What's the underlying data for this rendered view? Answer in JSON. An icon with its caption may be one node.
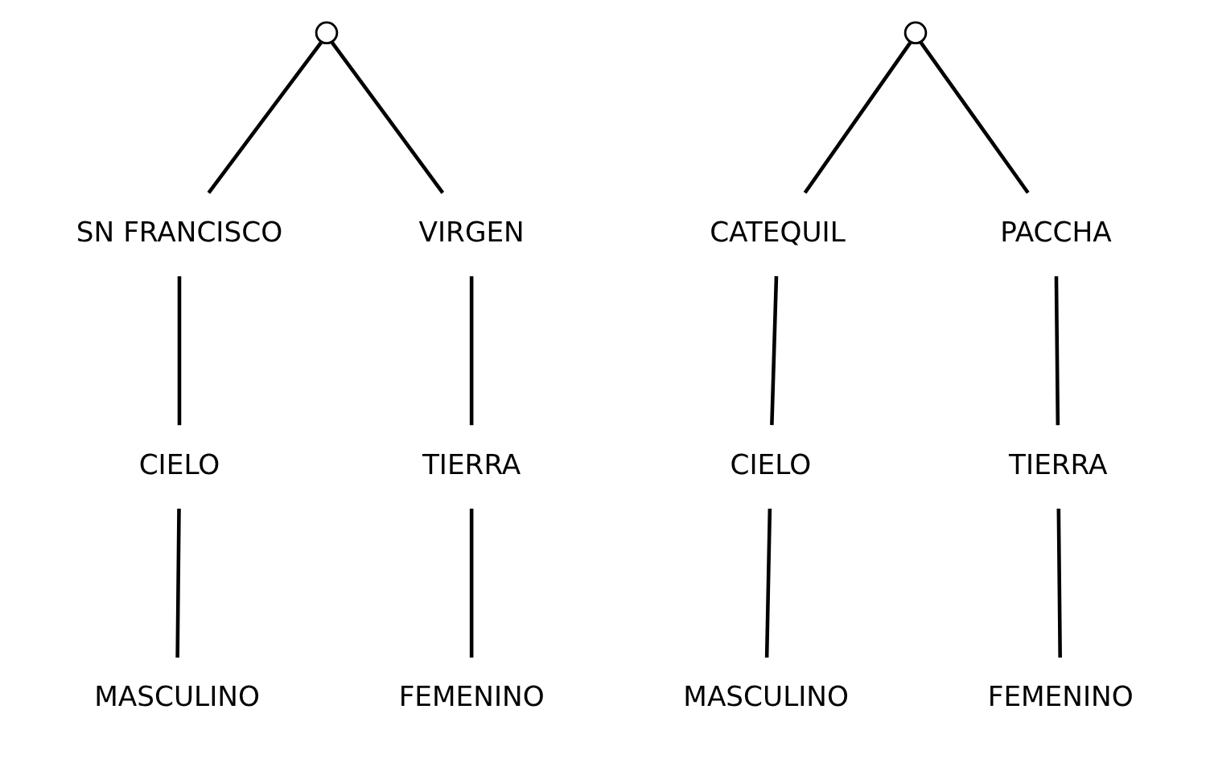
{
  "diagram": {
    "nodes": [
      {
        "text": [],
        "shape": "circle"
      },
      {
        "text": [],
        "shape": "circle"
      },
      {
        "text": [
          "SN FRANCISCO"
        ]
      },
      {
        "text": [
          "VIRGEN"
        ]
      },
      {
        "text": [
          "CATEQUIL"
        ]
      },
      {
        "text": [
          "PACCHA"
        ]
      },
      {
        "text": [
          "CIELO"
        ]
      },
      {
        "text": [
          "TIERRA"
        ]
      },
      {
        "text": [
          "CIELO"
        ]
      },
      {
        "text": [
          "TIERRA"
        ]
      },
      {
        "text": [
          "MASCULINO"
        ]
      },
      {
        "text": [
          "FEMENINO"
        ]
      },
      {
        "text": [
          "MASCULINO"
        ]
      },
      {
        "text": [
          "FEMENINO"
        ]
      }
    ],
    "edges": [
      {
        "from": 0,
        "to": 2,
        "arrow": "none"
      },
      {
        "from": 0,
        "to": 3,
        "arrow": "none"
      },
      {
        "from": 1,
        "to": 4,
        "arrow": "none"
      },
      {
        "from": 1,
        "to": 5,
        "arrow": "none"
      },
      {
        "from": 2,
        "to": 6,
        "arrow": "none"
      },
      {
        "from": 3,
        "to": 7,
        "arrow": "none"
      },
      {
        "from": 4,
        "to": 8,
        "arrow": "none"
      },
      {
        "from": 5,
        "to": 9,
        "arrow": "none"
      },
      {
        "from": 6,
        "to": 10,
        "arrow": "none"
      },
      {
        "from": 7,
        "to": 11,
        "arrow": "none"
      },
      {
        "from": 8,
        "to": 12,
        "arrow": "none"
      },
      {
        "from": 9,
        "to": 13,
        "arrow": "none"
      }
    ]
  }
}
